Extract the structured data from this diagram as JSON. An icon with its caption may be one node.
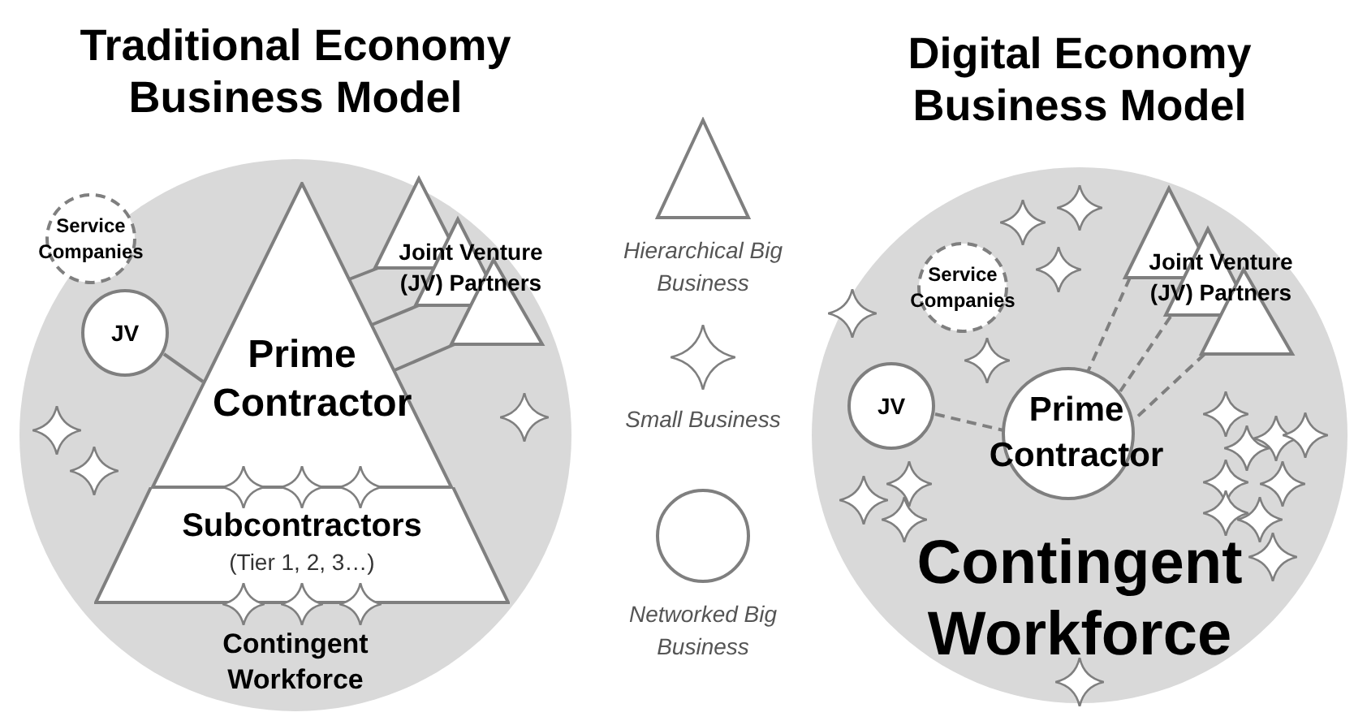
{
  "diagram": {
    "nodes": [
      {
        "text": [
          "Traditional Economy Business Model",
          "Contingent Workforce"
        ]
      },
      {
        "text": [
          "Prime Contractor"
        ],
        "in": 0
      },
      {
        "text": [
          "Subcontractors",
          "(Tier 1, 2, 3…)"
        ],
        "in": 0
      },
      {
        "text": [
          "Service Companies"
        ],
        "in": 0
      },
      {
        "text": [
          "JV"
        ],
        "in": 0
      },
      {
        "text": [
          "Joint Venture (JV) Partners"
        ],
        "in": 0
      },
      {
        "text": [
          "Digital Economy Business Model",
          "Contingent Workforce"
        ]
      },
      {
        "text": [
          "Service Companies"
        ],
        "in": 6
      },
      {
        "text": [
          "Joint Venture (JV) Partners"
        ],
        "in": 6
      },
      {
        "text": [
          "JV"
        ],
        "in": 6
      },
      {
        "text": [
          "Prime Contractor"
        ],
        "in": 6
      }
    ],
    "edges": [
      {
        "from": 4,
        "to": 1,
        "arrow": "none"
      },
      {
        "from": 5,
        "to": 1,
        "arrow": "none"
      },
      {
        "from": 5,
        "to": 1,
        "arrow": "none"
      },
      {
        "from": 5,
        "to": 1,
        "arrow": "none"
      },
      {
        "from": 9,
        "to": 10,
        "arrow": "none",
        "style": "dashed"
      },
      {
        "from": 8,
        "to": 10,
        "arrow": "none",
        "style": "dashed"
      },
      {
        "from": 8,
        "to": 10,
        "arrow": "none",
        "style": "dashed"
      },
      {
        "from": 8,
        "to": 10,
        "arrow": "none",
        "style": "dashed"
      }
    ],
    "legend": [
      {
        "text": "Hierarchical Big Business"
      },
      {
        "text": "Small Business"
      },
      {
        "text": "Networked Big Business"
      }
    ]
  }
}
